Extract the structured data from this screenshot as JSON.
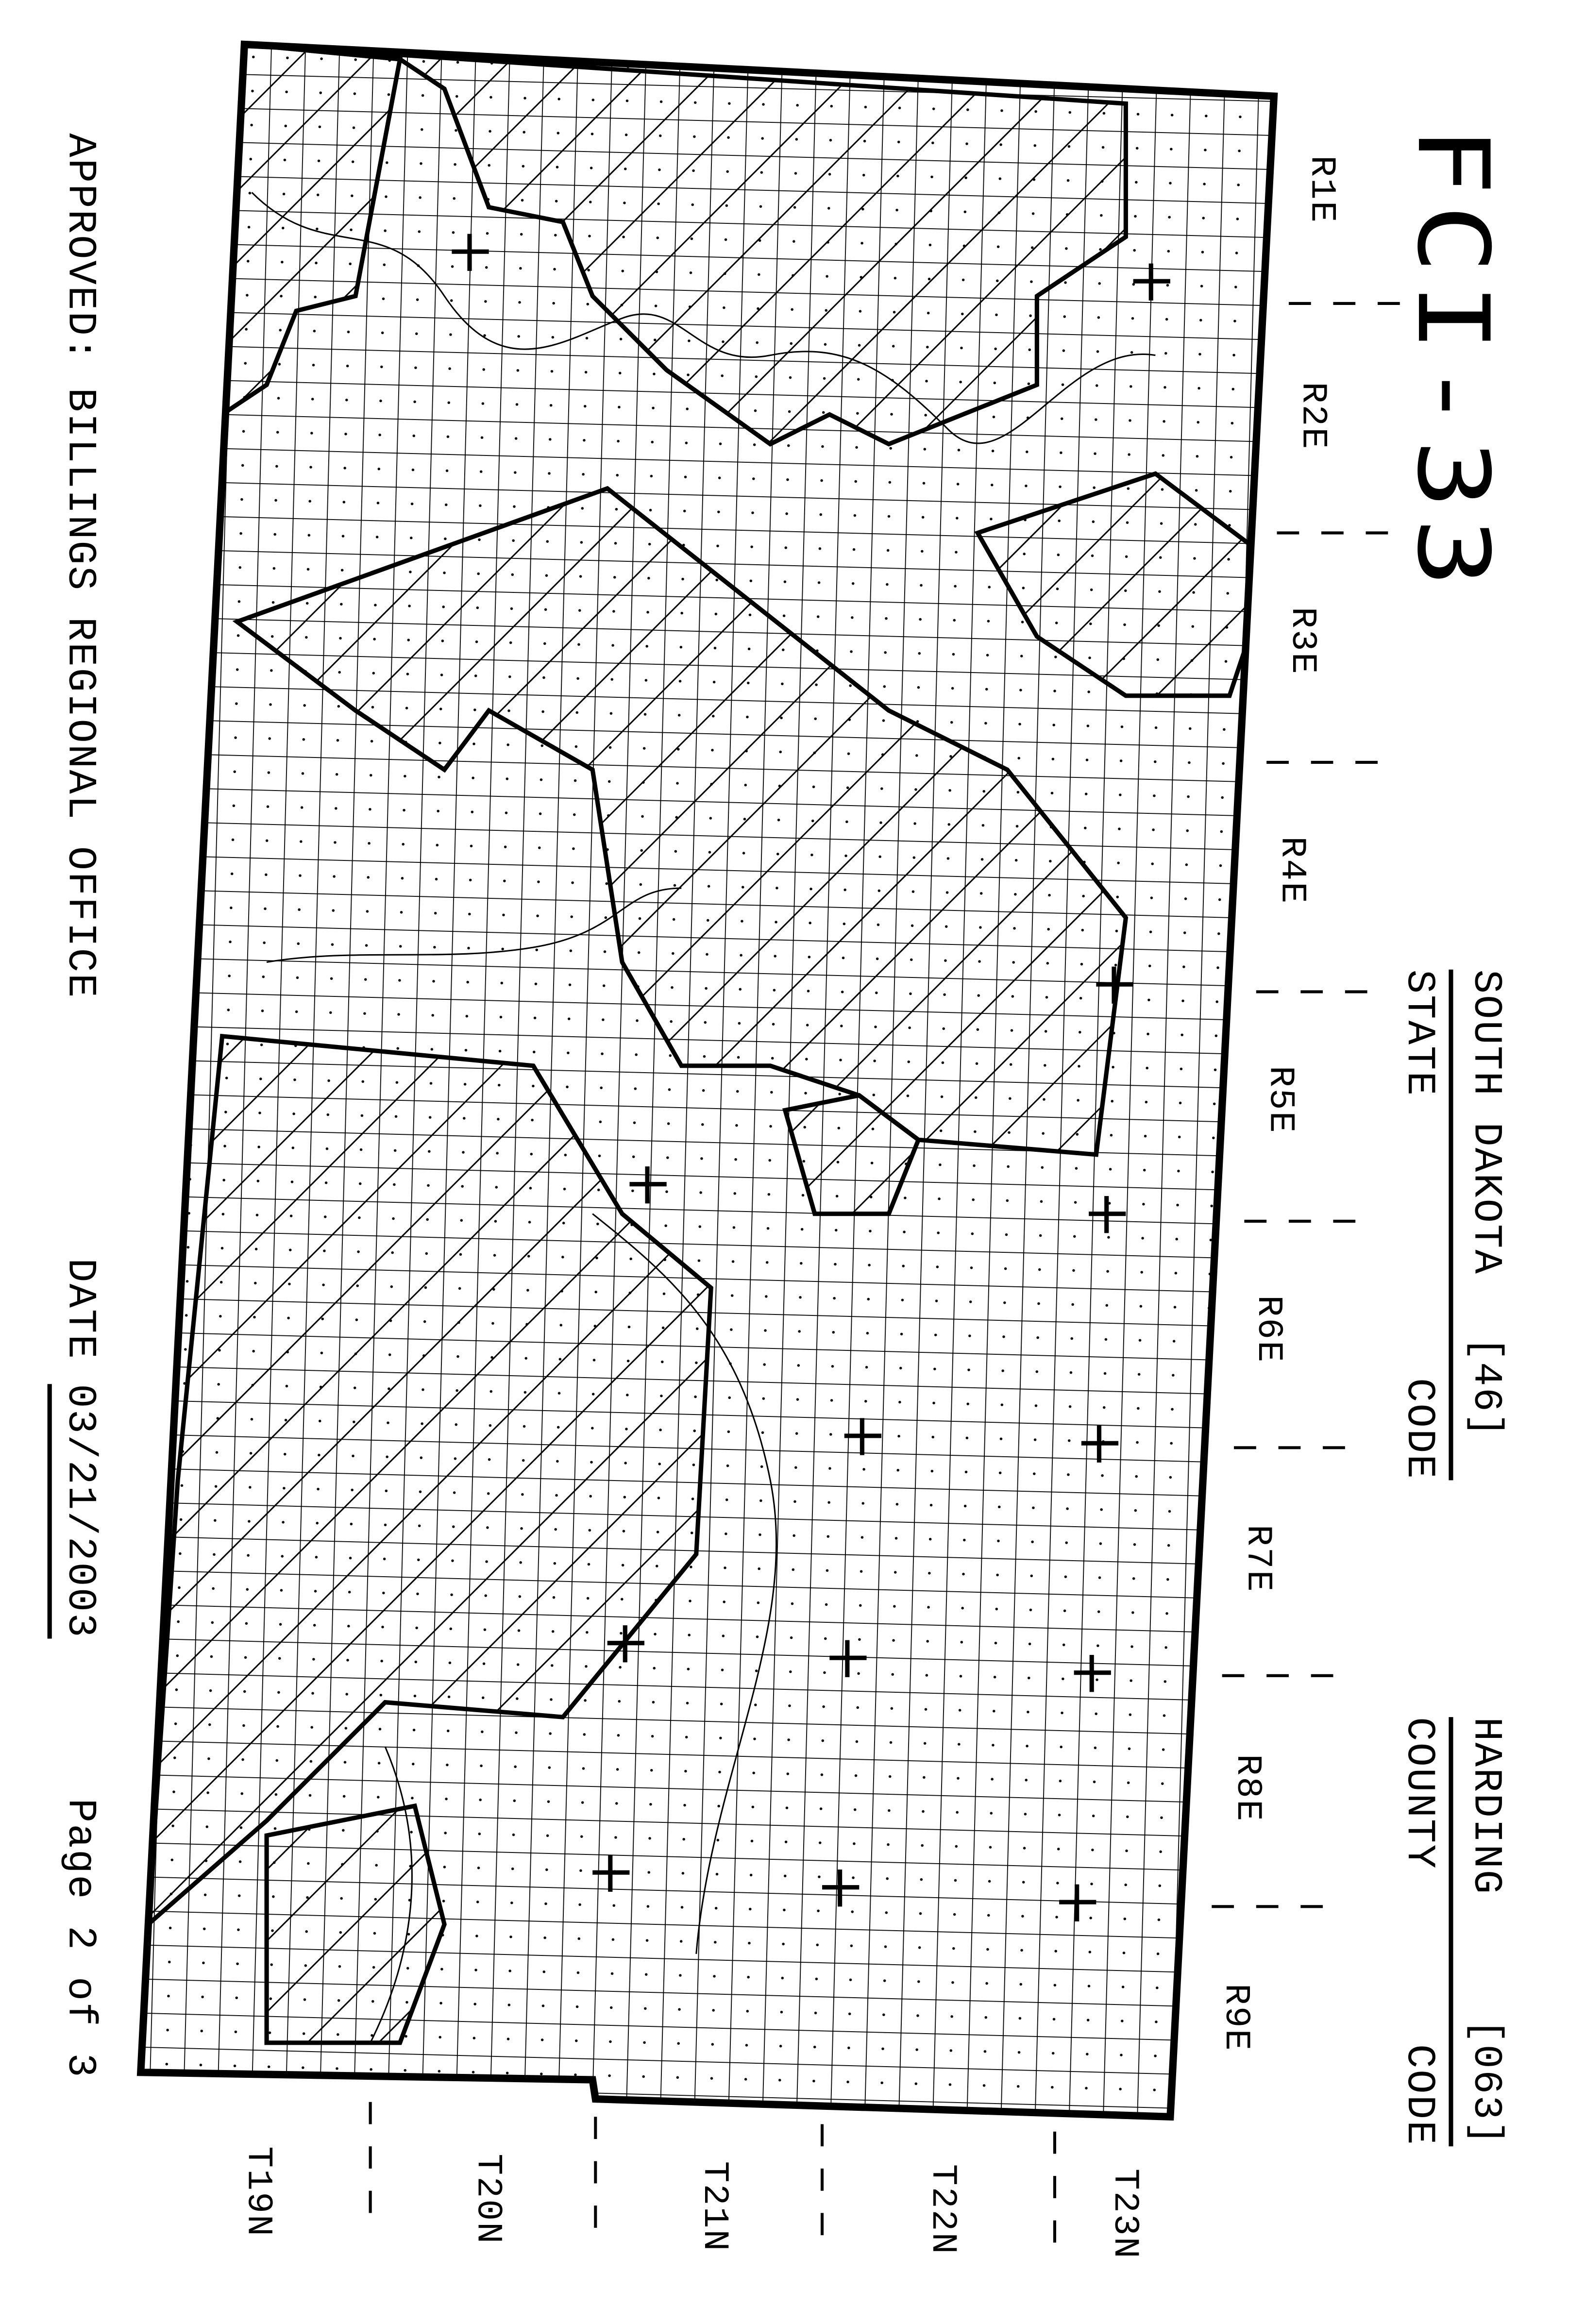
{
  "title": "FCI-33",
  "state": {
    "name": "SOUTH DAKOTA",
    "code": "[46]",
    "name_label": "STATE",
    "code_label": "CODE"
  },
  "county": {
    "name": "HARDING",
    "code": "[063]",
    "name_label": "COUNTY",
    "code_label": "CODE"
  },
  "ranges": [
    "R1E",
    "R2E",
    "R3E",
    "R4E",
    "R5E",
    "R6E",
    "R7E",
    "R8E",
    "R9E"
  ],
  "townships": [
    "T19N",
    "T20N",
    "T21N",
    "T22N",
    "T23N"
  ],
  "footer": {
    "approved": "APPROVED: BILLINGS REGIONAL OFFICE",
    "date_label": "DATE",
    "date": "03/21/2003",
    "page": "Page 2 of 3"
  }
}
